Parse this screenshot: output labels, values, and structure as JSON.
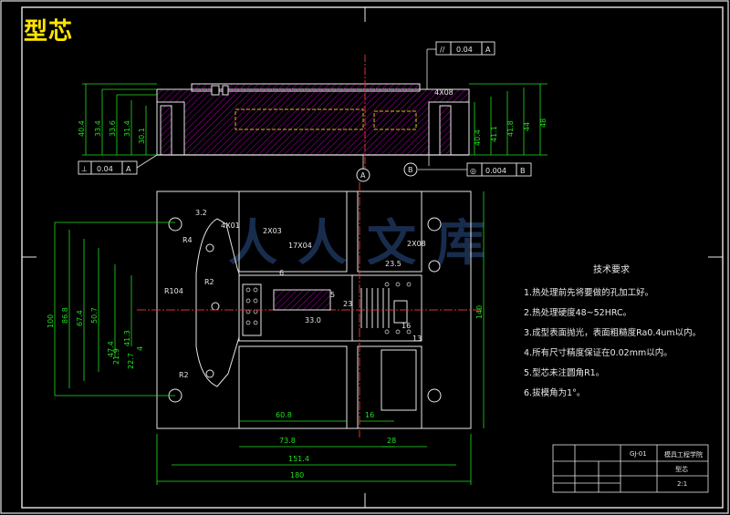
{
  "title": "型芯",
  "watermark": "人人文库",
  "tech_requirements": {
    "heading": "技术要求",
    "items": [
      "1.热处理前先将要做的孔加工好。",
      "2.热处理硬度48~52HRC。",
      "3.成型表面抛光，表面粗糙度Ra0.4um以内。",
      "4.所有尺寸精度保证在0.02mm以内。",
      "5.型芯未注圆角R1。",
      "6.拔模角为1°。"
    ]
  },
  "title_block": {
    "part_code": "GJ-01",
    "company": "模具工程学院",
    "part_name": "型芯",
    "scale": "2:1"
  },
  "tolerances": {
    "parallel": {
      "symbol": "//",
      "value": "0.04",
      "datum": "A"
    },
    "perpendicular": {
      "symbol": "⊥",
      "value": "0.04",
      "datum": "A"
    },
    "concentric": {
      "symbol": "◎",
      "value": "0.004",
      "datum": "B"
    }
  },
  "datums": [
    "A",
    "B"
  ],
  "dims_left_top": [
    "40.4",
    "33.4",
    "33.6",
    "31.4",
    "30.1"
  ],
  "dims_right_top": [
    "40.4",
    "41.1",
    "41.8",
    "44",
    "48"
  ],
  "dims_plan_left": [
    "100",
    "86.8",
    "67.4",
    "50.7",
    "47.4",
    "41.3",
    "21.9",
    "22.7",
    "4"
  ],
  "dims_plan_bottom": [
    "60.8",
    "16",
    "73.8",
    "28",
    "151.4",
    "180"
  ],
  "dims_plan_misc": {
    "hole_4x": "4X01",
    "hole_2x": "2X03",
    "hole_2x_right": "2X08",
    "hole_17x": "17X04",
    "hole_4x_top": "4X08",
    "r104": "R104",
    "r4": "R4",
    "r2": "R2",
    "r2_2": "R2",
    "d3_2": "3.2",
    "d23_5": "23.5",
    "d33": "33.0",
    "d6": "6",
    "d140": "140",
    "d16": "16",
    "d13": "13",
    "d5": "5",
    "d23": "23"
  }
}
